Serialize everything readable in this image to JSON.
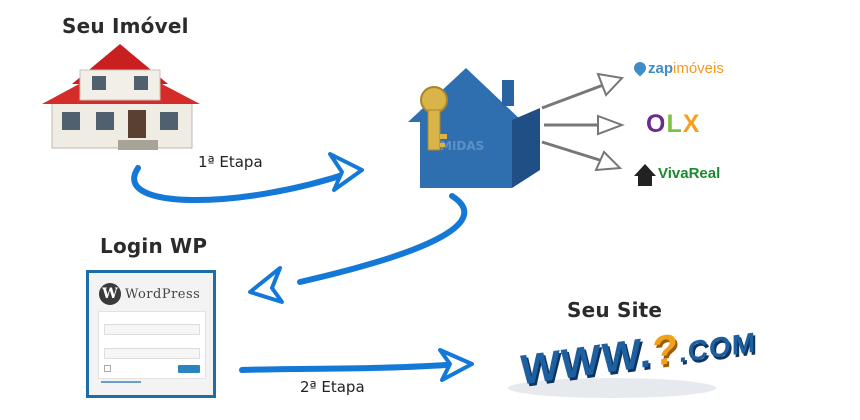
{
  "labels": {
    "property": "Seu Imóvel",
    "login": "Login WP",
    "site": "Seu Site",
    "step1": "1ª Etapa",
    "step2": "2ª Etapa"
  },
  "house_badge": {
    "text": "MIDAS"
  },
  "wordpress": {
    "brand": "WordPress",
    "mark": "W"
  },
  "portals": {
    "zap_main": "zap",
    "zap_accent": "imóveis",
    "olx": "OLX",
    "vivareal": "VivaReal"
  },
  "site_logo": {
    "www": "WWW.",
    "q": "?",
    "com": ".COM"
  },
  "colors": {
    "arrow_blue": "#1479d6",
    "roof_red": "#d62b2b",
    "house_blue": "#2f6fb0",
    "key_gold": "#d9b449",
    "olx_o": "#6b2a8c",
    "olx_l": "#7cc242",
    "olx_x": "#f4a01a"
  }
}
